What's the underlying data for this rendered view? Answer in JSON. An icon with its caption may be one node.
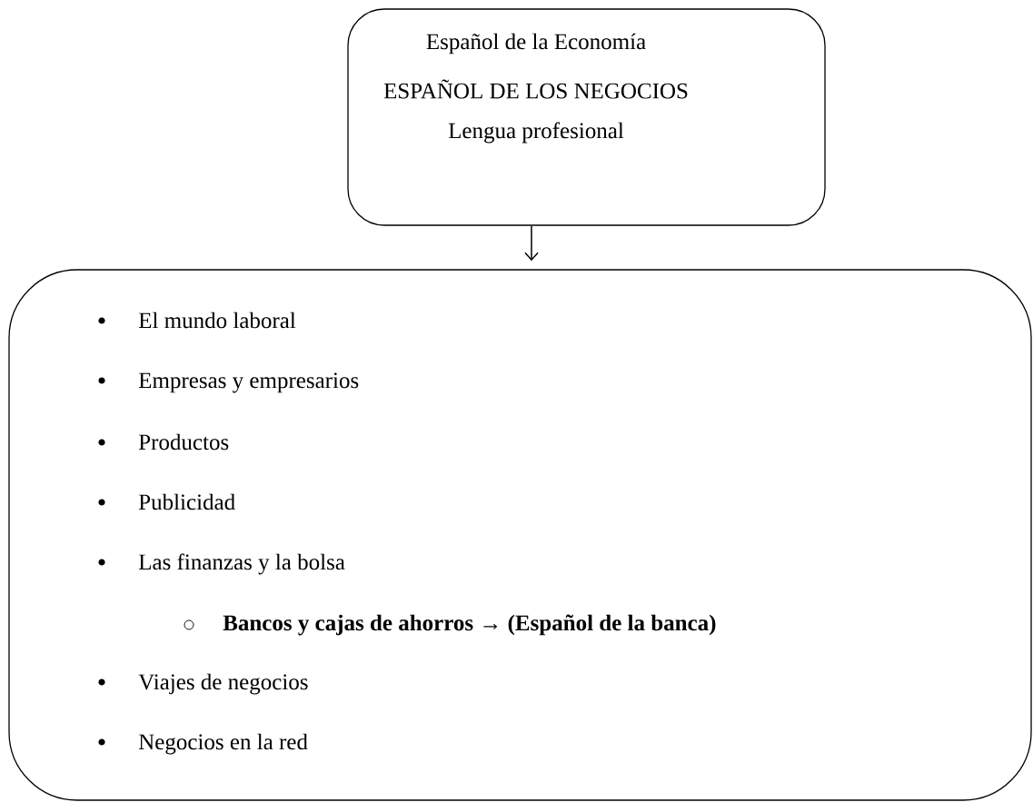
{
  "diagram": {
    "nodes": [
      {
        "text": [
          "Español de la Economía",
          "ESPAÑOL DE LOS NEGOCIOS",
          "Lengua profesional"
        ]
      },
      {
        "text": [
          "El mundo laboral",
          "Empresas y empresarios",
          "Productos",
          "Publicidad",
          "Las finanzas y la bolsa",
          "Bancos y cajas de ahorros → (Español de la banca)",
          "Viajes de negocios",
          "Negocios en la red"
        ]
      }
    ],
    "edges": [
      {
        "from": 0,
        "to": 1,
        "arrow": "to"
      }
    ]
  }
}
